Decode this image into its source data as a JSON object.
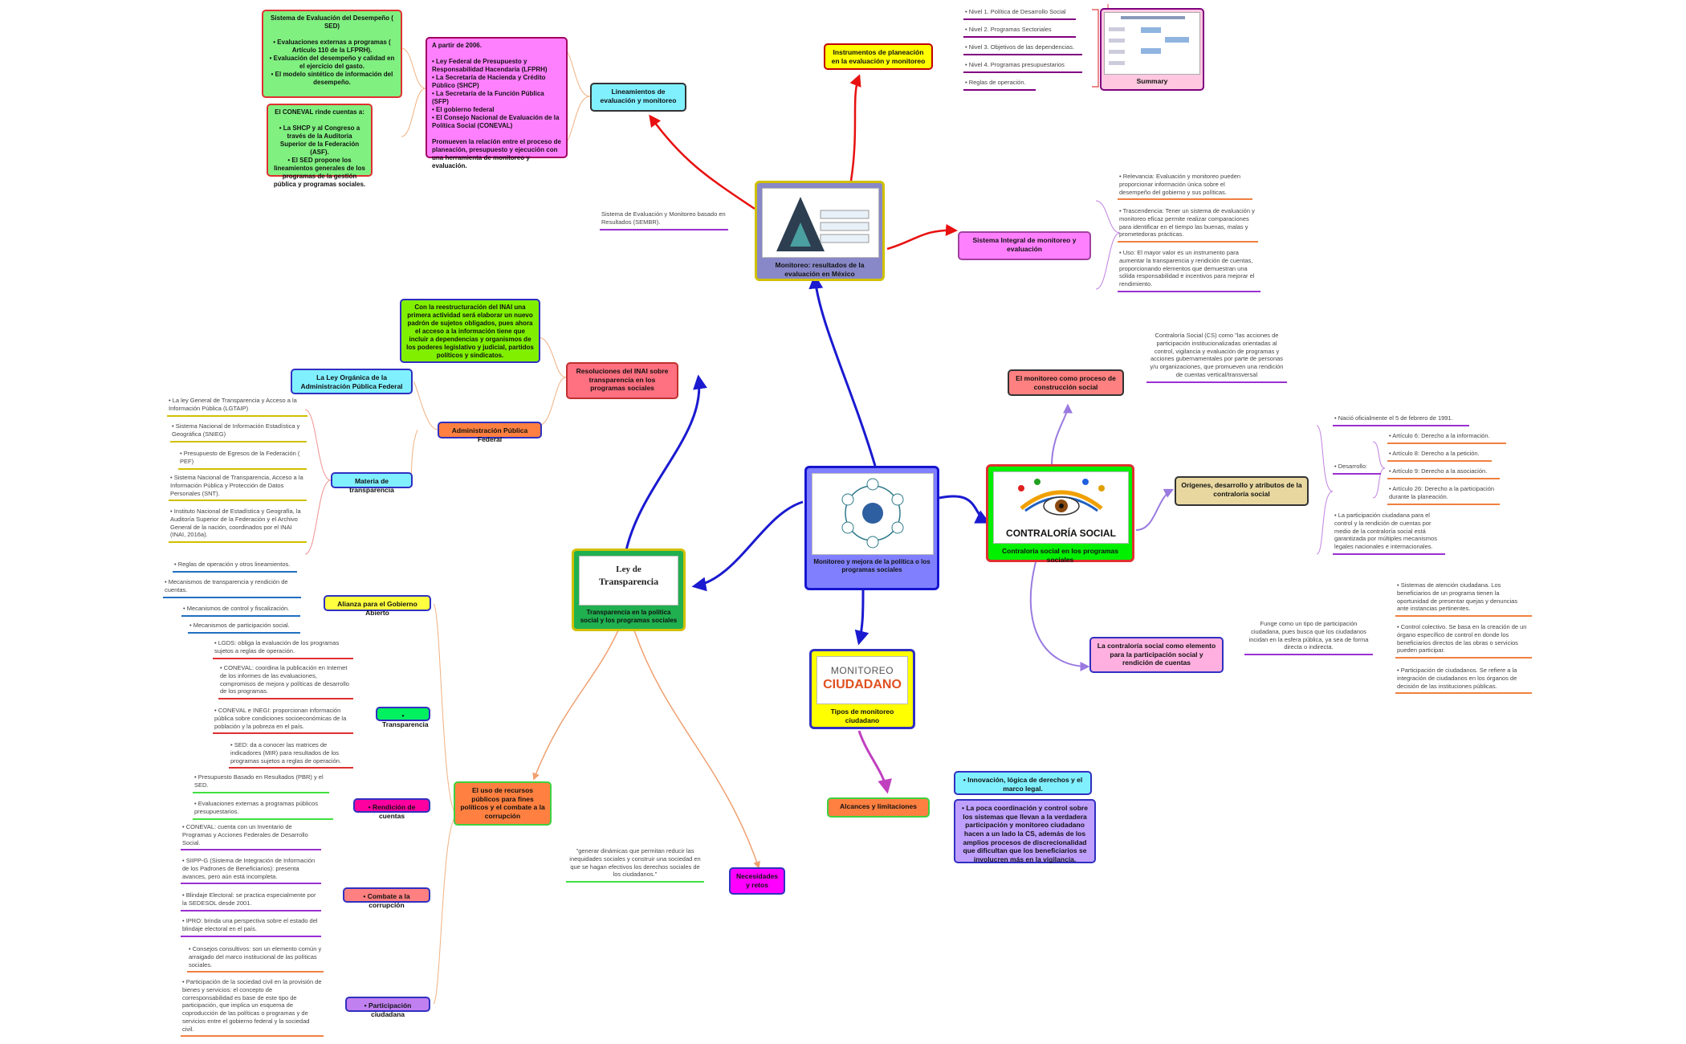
{
  "central": {
    "title": "Monitoreo y mejora de la política o los programas sociales",
    "diagram_center": "Monitoreo y mejora de la política o los programas sociales"
  },
  "monitoreo_resultados": {
    "title": "Monitoreo: resultados de la evaluación en México",
    "sembr_note": "Sistema de Evaluación y Monitoreo basado en Resultados (SEMBR)."
  },
  "instrumentos": {
    "title": "Instrumentos de planeación en la evaluación y monitoreo",
    "items": [
      "• Nivel 1. Política de Desarrollo Social",
      "• Nivel 2. Programas Sectoriales",
      "• Nivel 3. Objetivos de las dependencias.",
      "• Nivel 4. Programas presupuestarios",
      "• Reglas de operación."
    ],
    "summary_label": "Summary"
  },
  "lineamientos": {
    "title": "Lineamientos de evaluación y monitoreo",
    "partir": "A partir de 2006.\n\n• Ley Federal de Presupuesto y Responsabilidad Hacendaria (LFPRH)\n• La Secretaría de Hacienda y Crédito Público (SHCP)\n• La Secretaría de la Función Pública (SFP)\n• El gobierno federal\n• El Consejo Nacional de Evaluación de la Política Social (CONEVAL)\n\nPromueven la relación entre el proceso de planeación, presupuesto y ejecución con una herramienta de monitoreo y evaluación.",
    "sed": "Sistema de Evaluación del Desempeño ( SED)\n\n• Evaluaciones externas a programas ( Artículo 110 de la LFPRH).\n• Evaluación del desempeño y calidad en el ejercicio del gasto.\n• El modelo sintético de información del desempeño.",
    "coneval": "El CONEVAL rinde cuentas a:\n\n• La SHCP y al Congreso a través de la Auditoria Superior de la Federación (ASF).\n• El SED propone los lineamientos generales de los programas de la gestión pública y programas sociales."
  },
  "sistema_integral": {
    "title": "Sistema Integral de monitoreo y evaluación",
    "items": [
      "• Relevancia: Evaluación y monitoreo pueden proporcionar información única sobre el desempeño del gobierno y sus políticas.",
      "• Trascendencia: Tener un sistema de evaluación y monitoreo eficaz permite realizar comparaciones para identificar en el tiempo las buenas, malas y prometedoras prácticas.",
      "• Uso: El mayor valor es un instrumento para aumentar la transparencia y rendición de cuentas, proporcionando elementos que demuestran una sólida responsabilidad e incentivos para mejorar el rendimiento."
    ]
  },
  "contraloria": {
    "title": "Contraloría social en los programas sociales",
    "logo_text": "CONTRALORÍA SOCIAL",
    "proceso_title": "El monitoreo como proceso de construcción social",
    "proceso_note": "Contraloría Social (CS) como \"las acciones de participación institucionalizadas orientadas al control, vigilancia y evaluación de programas y acciones gubernamentales por parte de personas y/u organizaciones, que promueven una rendición de cuentas vertical/transversal",
    "origenes_title": "Orígenes, desarrollo y atributos de la contraloría social",
    "nacio": "• Nació oficialmente el 5 de febrero de 1991.",
    "desarrollo": "• Desarrollo:",
    "articulos": [
      "• Artículo 6: Derecho a la información.",
      "• Artículo 8: Derecho a la petición.",
      "• Artículo 9: Derecho a la asociación.",
      "• Artículo 26: Derecho a la participación durante la planeación."
    ],
    "participacion_note": "• La participación ciudadana para el control y la rendición de cuentas por medio de la contraloría social está garantizada por múltiples mecanismos legales nacionales e internacionales.",
    "elemento_title": "La contraloría social como elemento para la participación social y rendición de cuentas",
    "elemento_note": "Funge como un tipo de participación ciudadana, pues busca que los ciudadanos incidan en la esfera pública, ya sea de forma directa o indirecta.",
    "elemento_items": [
      "• Sistemas de atención ciudadana. Los beneficiarios de un programa tienen la oportunidad de presentar quejas y denuncias ante instancias pertinentes.",
      "• Control colectivo. Se basa en la creación de un órgano específico de control en donde los beneficiarios directos de las obras o servicios pueden participar.",
      "• Participación de ciudadanos. Se refiere a la integración de ciudadanos en los órganos de decisión de las instituciones públicas."
    ]
  },
  "monitoreo_ciudadano": {
    "title": "Tipos de monitoreo ciudadano",
    "logo_line1": "MONITOREO",
    "logo_line2": "CIUDADANO",
    "alcances_title": "Alcances y limitaciones",
    "alcance1": "• Innovación, lógica de derechos y el marco legal.",
    "alcance2": "• La poca coordinación y control sobre los sistemas que llevan a la verdadera participación y monitoreo ciudadano hacen a un lado la CS, además de los amplios procesos de discrecionalidad que dificultan que los beneficiarios se involucren más en la vigilancia."
  },
  "transparencia": {
    "title": "Transparencia en la política social y los programas sociales",
    "logo_line1": "Ley de",
    "logo_line2": "Transparencia",
    "resoluciones_title": "Resoluciones del INAI sobre transparencia en los programas sociales",
    "inai_note": "Con la reestructuración del INAI una primera actividad será elaborar un nuevo padrón de sujetos obligados, pues ahora el acceso a la información tiene que incluir a dependencias y organismos de los poderes legislativo y judicial, partidos políticos y sindicatos.",
    "admin_title": "Administración Pública Federal",
    "ley_organica": "La Ley Orgánica de la Administración Pública Federal",
    "materia_title": "Materia de transparencia",
    "materia_items": [
      "• La ley General de Transparencia y Acceso a la Información Pública (LGTAIP)",
      "• Sistema Nacional de Información Estadística y Geográfica (SNIEG)",
      "• Presupuesto de Egresos de la Federación ( PEF)",
      "• Sistema Nacional de Transparencia, Acceso a la Información Pública y Protección de Datos Personales (SNT).",
      "• Instituto Nacional de Estadística y Geografía, la Auditoría Superior de la Federación y el Archivo General de la nación, coordinados por el INAI (INAI, 2016a)."
    ],
    "uso_title": "El uso de recursos públicos para fines políticos y el combate a la corrupción",
    "alianza_title": "Alianza para el Gobierno Abierto",
    "alianza_items": [
      "• Reglas de operación y otros lineamientos.",
      "• Mecanismos de transparencia y rendición de cuentas.",
      "• Mecanismos de control y fiscalización.",
      "• Mecanismos de participación social."
    ],
    "transp_title": "• Transparencia",
    "transp_items": [
      "• LGDS: obliga la evaluación de los programas sujetos a reglas de operación.",
      "• CONEVAL: coordina la publicación en Internet de los informes de las evaluaciones, compromisos de mejora y políticas de desarrollo de los programas.",
      "• CONEVAL e INEGI: proporcionan información pública sobre condiciones socioeconómicas de la población y la pobreza en el país.",
      "• SED: da a conocer las matrices de indicadores (MIR) para resultados de los programas sujetos a reglas de operación."
    ],
    "rendicion_title": "• Rendición de cuentas",
    "rendicion_items": [
      "• Presupuesto Basado en Resultados (PBR) y el SED.",
      "• Evaluaciones externas a programas públicos presupuestarios."
    ],
    "combate_title": "• Combate a la corrupción",
    "combate_items": [
      "• CONEVAL: cuenta con un Inventario de Programas y Acciones Federales de Desarrollo Social.",
      "• SIIPP-G (Sistema de Integración de Información de los Padrones de Beneficiarios): presenta avances, pero aún está incompleta.",
      "• Blindaje Electoral: se practica especialmente por la SEDESOL desde 2001.",
      "• IPRO: brinda una perspectiva sobre el estado del blindaje electoral en el país."
    ],
    "participacion_title": "• Participación ciudadana",
    "participacion_items": [
      "• Consejos consultivos: son un elemento común y arraigado del marco institucional de las políticas sociales.",
      "• Participación de la sociedad civil en la provisión de bienes y servicios: el concepto de corresponsabilidad es base de este tipo de participación, que implica un esquema de coproducción de las políticas o programas y de servicios entre el gobierno federal y la sociedad civil."
    ],
    "necesidades_title": "Necesidades y retos",
    "necesidades_note": "\"generar dinámicas que permitan reducir las inequidades sociales y construir una sociedad en que se hagan efectivos los derechos sociales de los ciudadanos.\""
  },
  "colors": {
    "central_bg": "#8080ff",
    "connector_main": "#1a1ad0",
    "connector_red": "#e81010",
    "accent_purple": "#9a30d0",
    "accent_orange": "#f08040",
    "accent_green": "#40e040",
    "accent_red": "#e03030"
  }
}
